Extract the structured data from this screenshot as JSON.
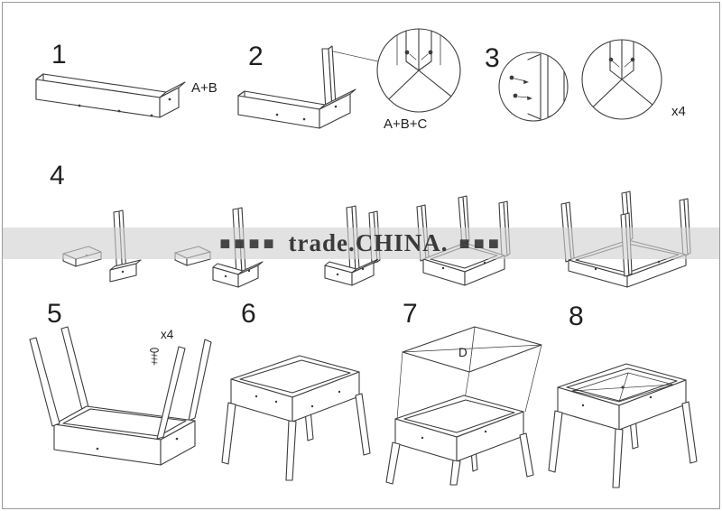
{
  "steps": [
    {
      "number": "1",
      "label": "A+B"
    },
    {
      "number": "2",
      "label": "A+B+C"
    },
    {
      "number": "3",
      "label": "x4"
    },
    {
      "number": "4"
    },
    {
      "number": "5",
      "label": "x4"
    },
    {
      "number": "6"
    },
    {
      "number": "7",
      "label": "D"
    },
    {
      "number": "8"
    }
  ],
  "watermark": {
    "left_glyphs": "■■■■",
    "brand": "trade.CHINA.",
    "right_glyphs": "■■■"
  },
  "colors": {
    "line": "#3c3c3c",
    "text": "#1f1f1f",
    "band": "#d0d0d0a0",
    "wmtext": "#3a3a3a"
  }
}
